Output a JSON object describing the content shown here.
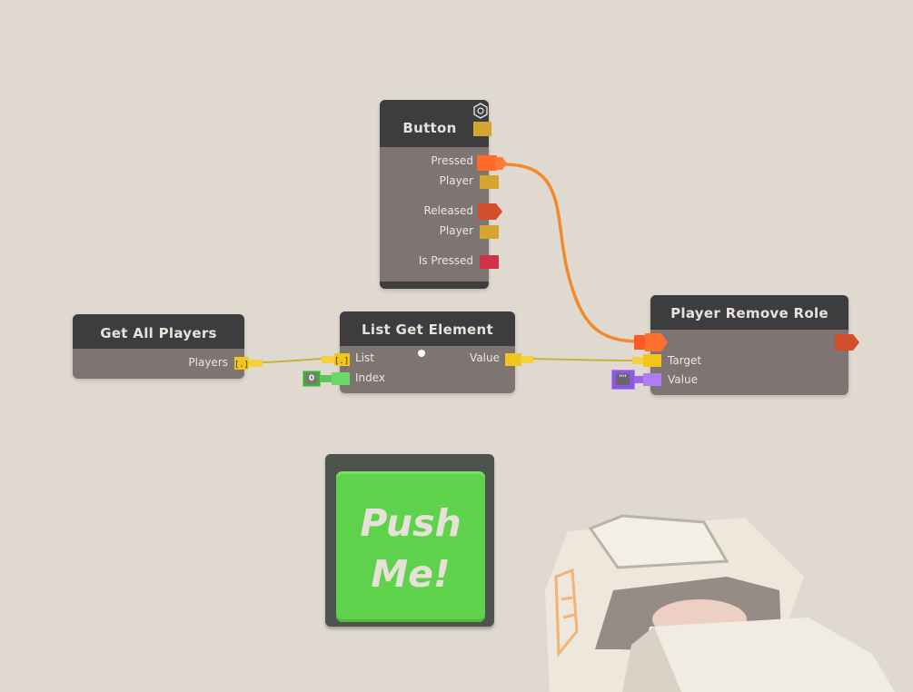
{
  "scene": "visual scripting graph",
  "nodes": {
    "button": {
      "title": "Button",
      "settings_icon": "gear-icon",
      "outputs": [
        {
          "label": "Pressed",
          "type": "exec",
          "color": "#ff6a2a",
          "connected": true
        },
        {
          "label": "Player",
          "type": "player",
          "color": "#d4a52f"
        },
        {
          "label": "Released",
          "type": "exec",
          "color": "#d24e2c"
        },
        {
          "label": "Player",
          "type": "player",
          "color": "#d4a52f"
        },
        {
          "label": "Is Pressed",
          "type": "bool",
          "color": "#cf3148"
        }
      ]
    },
    "get_all_players": {
      "title": "Get All Players",
      "outputs": [
        {
          "label": "Players",
          "type": "list",
          "color": "#f2c51c",
          "glyph": "[.]"
        }
      ]
    },
    "list_get_element": {
      "title": "List Get Element",
      "inputs": [
        {
          "label": "List",
          "type": "list",
          "color": "#f2c51c",
          "glyph": "[.]"
        },
        {
          "label": "Index",
          "type": "int",
          "color": "#6ad96a",
          "default_value": "0"
        }
      ],
      "outputs": [
        {
          "label": "Value",
          "type": "any",
          "color": "#f2c51c"
        }
      ]
    },
    "player_remove_role": {
      "title": "Player Remove Role",
      "inputs": [
        {
          "label": "",
          "type": "exec",
          "color": "#ff6a2a"
        },
        {
          "label": "Target",
          "type": "player",
          "color": "#f2c51c"
        },
        {
          "label": "Value",
          "type": "string",
          "color": "#a96ff0",
          "default_value": "\"\""
        }
      ],
      "outputs": [
        {
          "label": "",
          "type": "exec",
          "color": "#d24e2c"
        }
      ]
    }
  },
  "wires": [
    {
      "from": "button.Pressed",
      "to": "player_remove_role.exec",
      "color": "#f28a2a"
    },
    {
      "from": "get_all_players.Players",
      "to": "list_get_element.List",
      "color": "#c9b13a"
    },
    {
      "from": "list_get_element.Value",
      "to": "player_remove_role.Target",
      "color": "#c9b13a"
    }
  ],
  "push_button": {
    "line1": "Push",
    "line2": "Me!",
    "color": "#5fd24b"
  }
}
